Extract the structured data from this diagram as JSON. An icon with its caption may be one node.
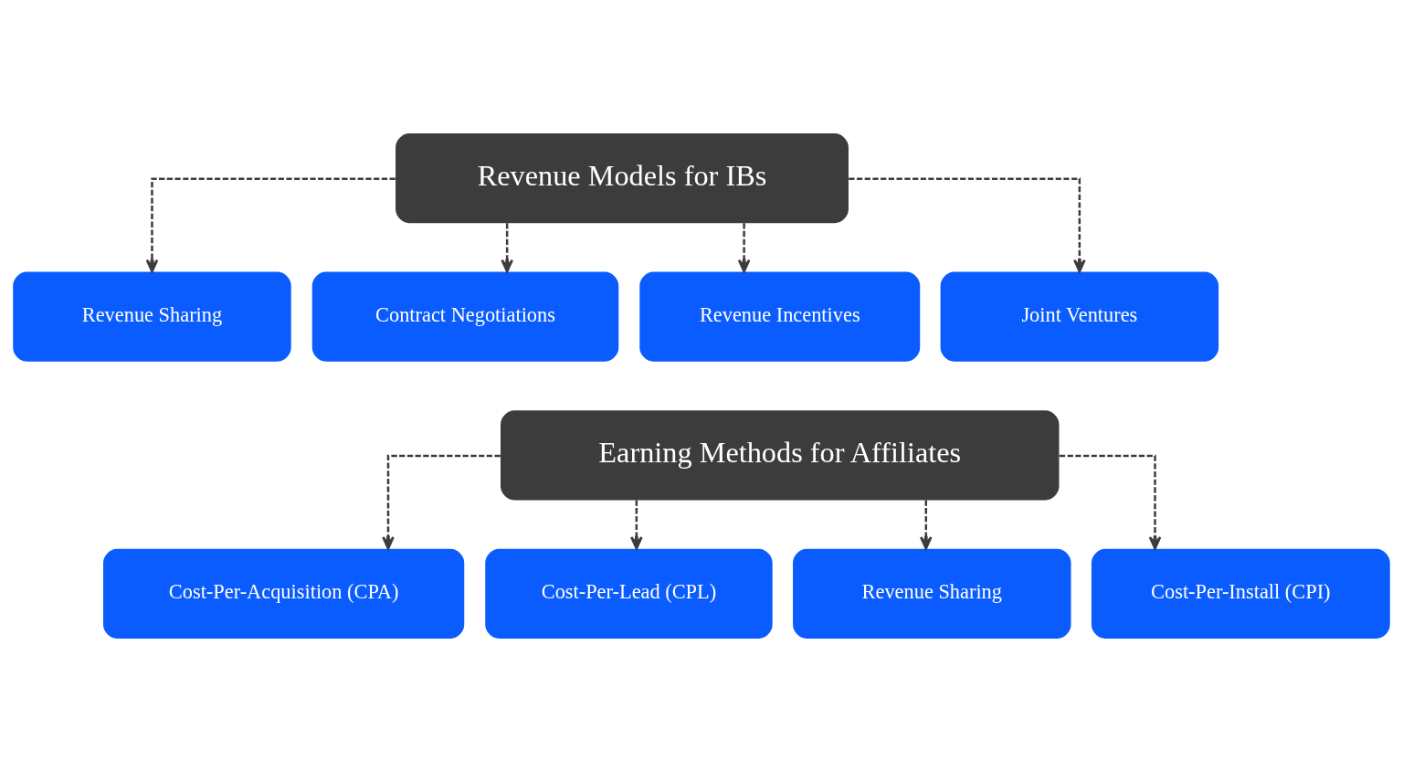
{
  "diagram": {
    "nodes": [
      {
        "text": [
          "Revenue Models for IBs"
        ]
      },
      {
        "text": [
          "Revenue Sharing"
        ]
      },
      {
        "text": [
          "Contract Negotiations"
        ]
      },
      {
        "text": [
          "Revenue Incentives"
        ]
      },
      {
        "text": [
          "Joint Ventures"
        ]
      },
      {
        "text": [
          "Earning Methods for Affiliates"
        ]
      },
      {
        "text": [
          "Cost-Per-Acquisition (CPA)"
        ]
      },
      {
        "text": [
          "Cost-Per-Lead (CPL)"
        ]
      },
      {
        "text": [
          "Revenue Sharing"
        ]
      },
      {
        "text": [
          "Cost-Per-Install (CPI)"
        ]
      }
    ],
    "edges": [
      {
        "from": 0,
        "to": 1,
        "arrow": "to",
        "style": "dashed"
      },
      {
        "from": 0,
        "to": 2,
        "arrow": "to",
        "style": "dashed"
      },
      {
        "from": 0,
        "to": 3,
        "arrow": "to",
        "style": "dashed"
      },
      {
        "from": 0,
        "to": 4,
        "arrow": "to",
        "style": "dashed"
      },
      {
        "from": 5,
        "to": 6,
        "arrow": "to",
        "style": "dashed"
      },
      {
        "from": 5,
        "to": 7,
        "arrow": "to",
        "style": "dashed"
      },
      {
        "from": 5,
        "to": 8,
        "arrow": "to",
        "style": "dashed"
      },
      {
        "from": 5,
        "to": 9,
        "arrow": "to",
        "style": "dashed"
      }
    ]
  }
}
